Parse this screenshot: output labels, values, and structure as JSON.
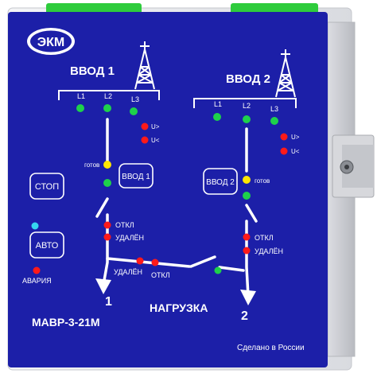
{
  "brand": {
    "logo_text": "ЭКМ"
  },
  "input1": {
    "title": "ВВОД 1",
    "phases": [
      "L1",
      "L2",
      "L3"
    ],
    "u_high": "U>",
    "u_low": "U<",
    "ready": "готов",
    "button_label": "ВВОД 1"
  },
  "input2": {
    "title": "ВВОД 2",
    "phases": [
      "L1",
      "L2",
      "L3"
    ],
    "u_high": "U>",
    "u_low": "U<",
    "ready": "готов",
    "button_label": "ВВОД 2"
  },
  "controls": {
    "stop_label": "СТОП",
    "auto_label": "АВТО",
    "alarm_label": "АВАРИЯ"
  },
  "breaker1": {
    "off_label": "ОТКЛ",
    "removed_label": "УДАЛЁН"
  },
  "breaker2": {
    "off_label": "ОТКЛ",
    "removed_label": "УДАЛЁН"
  },
  "tie": {
    "removed_label": "УДАЛЁН",
    "off_label": "ОТКЛ"
  },
  "load": {
    "title": "НАГРУЗКА",
    "out1": "1",
    "out2": "2"
  },
  "device": {
    "model": "МАВР-3-21М",
    "made_in": "Сделано в России"
  },
  "colors": {
    "panel": "#1c1fa8",
    "led_green": "#1ed14b",
    "led_red": "#ff1a1a",
    "led_yellow": "#ffe600",
    "led_cyan": "#35d6f0",
    "clip_green": "#2ecc3c"
  }
}
